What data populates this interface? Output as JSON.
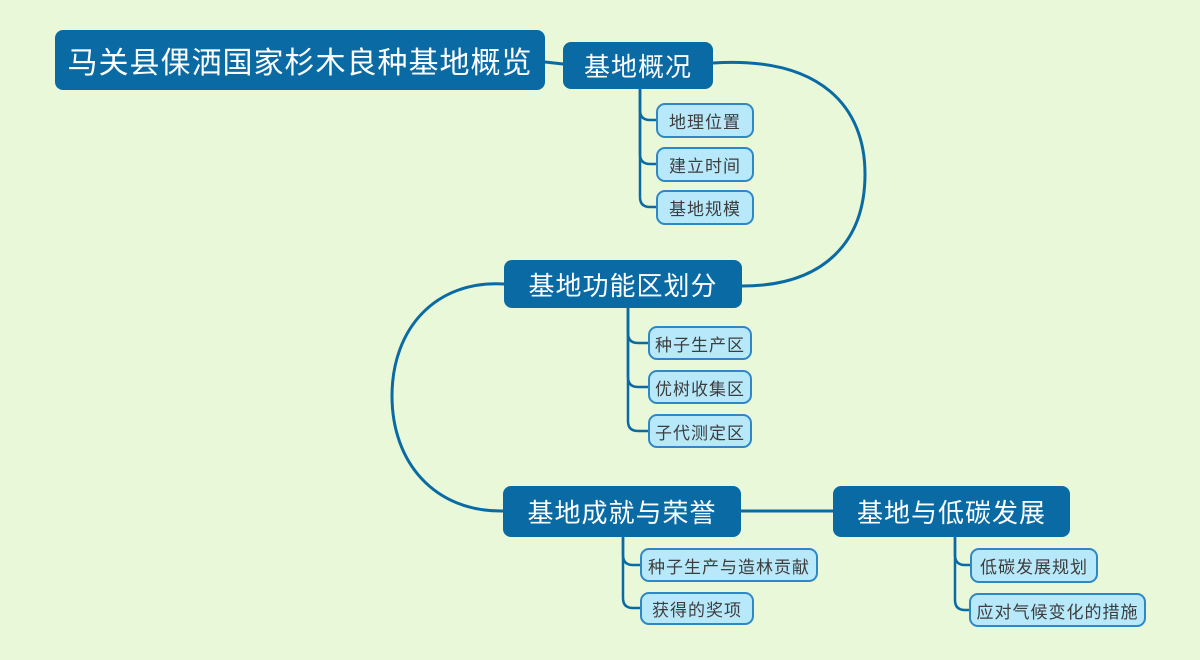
{
  "canvas": {
    "background_color": "#e8f8d8"
  },
  "colors": {
    "branch_fill": "#0a6ba4",
    "branch_text": "#fdfeff",
    "leaf_fill": "#b8e9fb",
    "leaf_border": "#2f88c5",
    "leaf_text": "#3d3d3d",
    "connector": "#0a6ba4"
  },
  "root": {
    "label": "马关县倮洒国家杉木良种基地概览"
  },
  "branches": [
    {
      "label": "基地概况",
      "children": [
        {
          "label": "地理位置"
        },
        {
          "label": "建立时间"
        },
        {
          "label": "基地规模"
        }
      ]
    },
    {
      "label": "基地功能区划分",
      "children": [
        {
          "label": "种子生产区"
        },
        {
          "label": "优树收集区"
        },
        {
          "label": "子代测定区"
        }
      ]
    },
    {
      "label": "基地成就与荣誉",
      "children": [
        {
          "label": "种子生产与造林贡献"
        },
        {
          "label": "获得的奖项"
        }
      ]
    },
    {
      "label": "基地与低碳发展",
      "children": [
        {
          "label": "低碳发展规划"
        },
        {
          "label": "应对气候变化的措施"
        }
      ]
    }
  ]
}
